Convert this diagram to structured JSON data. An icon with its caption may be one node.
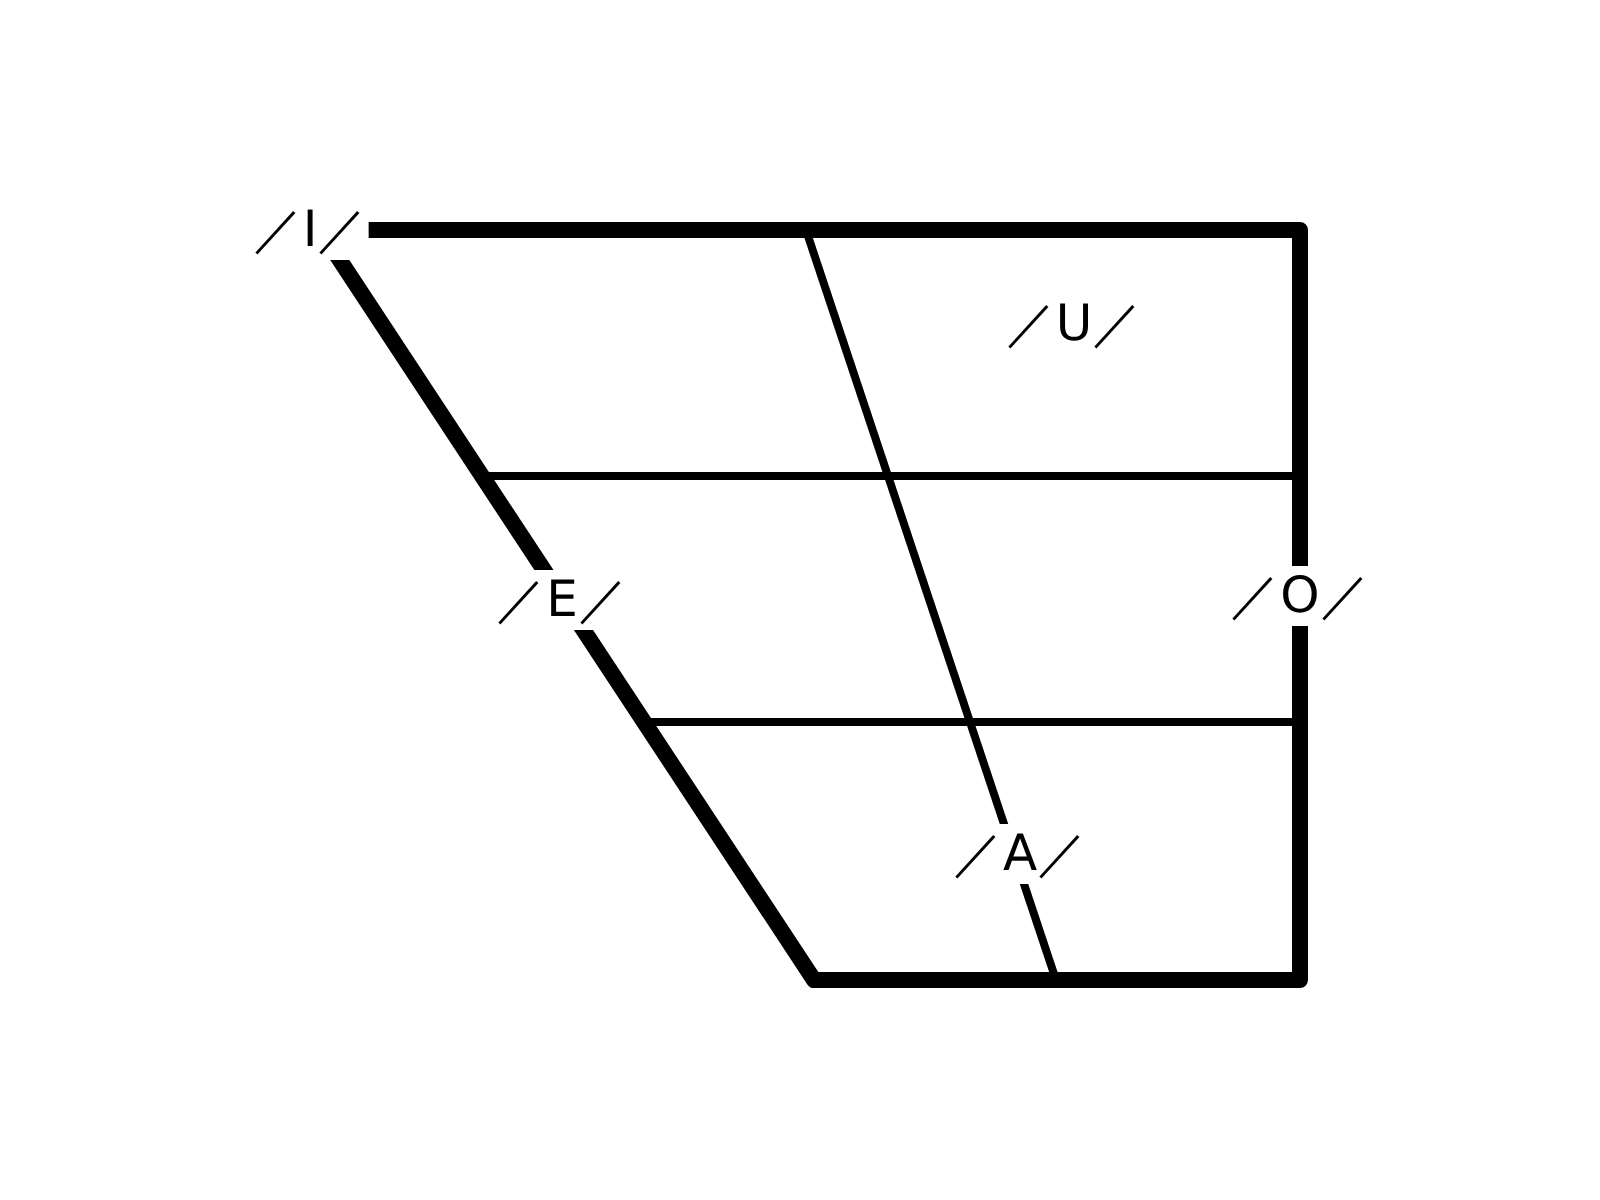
{
  "diagram": {
    "labels": [
      "／I／",
      "／U／",
      "／E／",
      "／O／",
      "／A／"
    ]
  }
}
